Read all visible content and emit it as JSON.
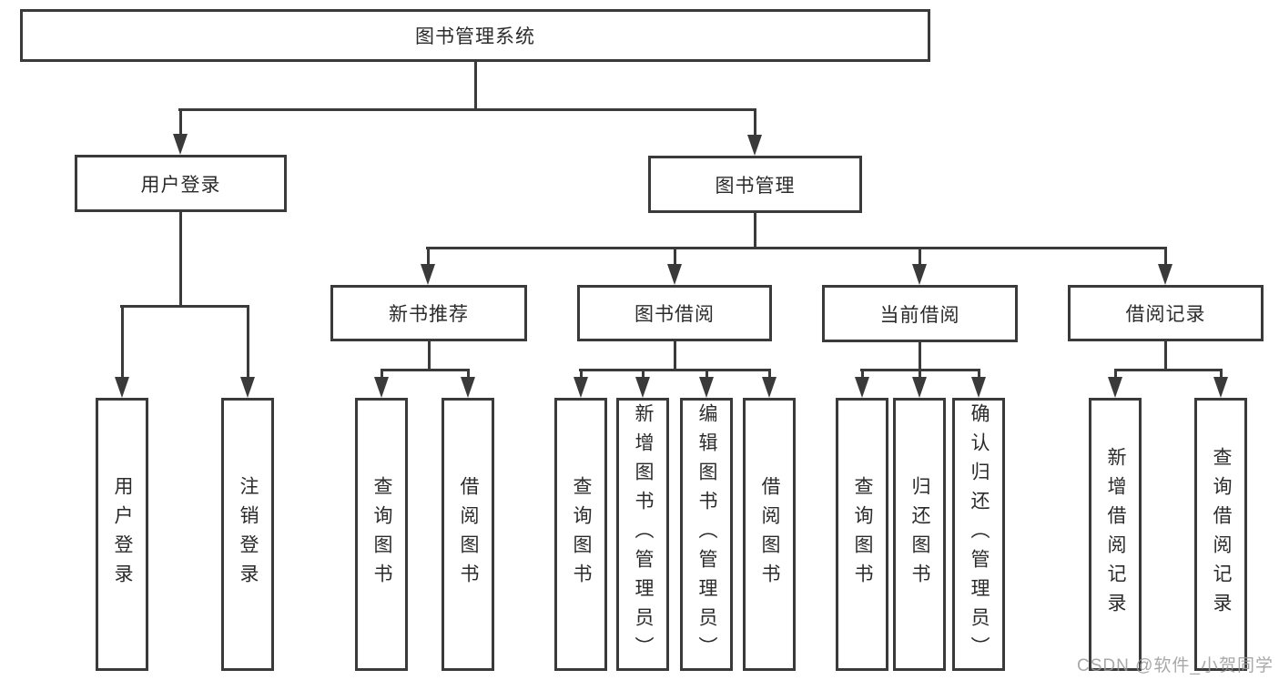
{
  "diagram_title": "图书管理系统",
  "tree": {
    "label": "图书管理系统",
    "children": [
      {
        "label": "用户登录",
        "children": [
          {
            "label": "用户登录"
          },
          {
            "label": "注销登录"
          }
        ]
      },
      {
        "label": "图书管理",
        "children": [
          {
            "label": "新书推荐",
            "children": [
              {
                "label": "查询图书"
              },
              {
                "label": "借阅图书"
              }
            ]
          },
          {
            "label": "图书借阅",
            "children": [
              {
                "label": "查询图书"
              },
              {
                "label": "新增图书（管理员）"
              },
              {
                "label": "编辑图书（管理员）"
              },
              {
                "label": "借阅图书"
              }
            ]
          },
          {
            "label": "当前借阅",
            "children": [
              {
                "label": "查询图书"
              },
              {
                "label": "归还图书"
              },
              {
                "label": "确认归还（管理员）"
              }
            ]
          },
          {
            "label": "借阅记录",
            "children": [
              {
                "label": "新增借阅记录"
              },
              {
                "label": "查询借阅记录"
              }
            ]
          }
        ]
      }
    ]
  },
  "watermark": {
    "text": "CSDN @软件_小贺同学"
  },
  "colors": {
    "line": "#3a3a3a",
    "text": "#2b2b2b",
    "background": "#ffffff",
    "watermark": "#999999"
  }
}
